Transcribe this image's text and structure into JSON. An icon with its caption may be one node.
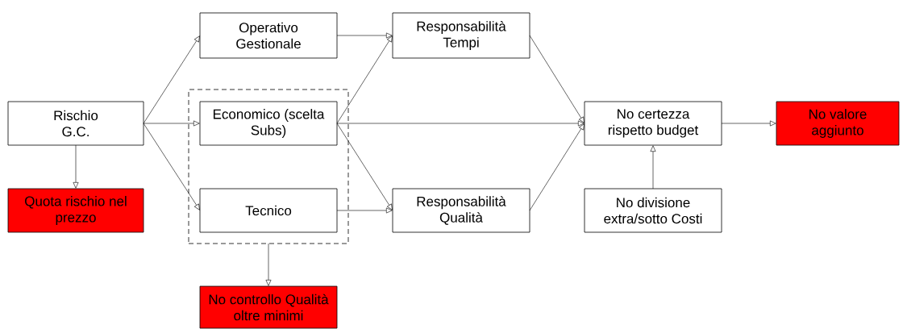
{
  "diagram": {
    "nodes": [
      {
        "text": [
          "Rischio G.C."
        ]
      },
      {
        "text": [
          "Quota rischio nel prezzo"
        ]
      },
      {
        "text": [
          "Operativo Gestionale"
        ]
      },
      {
        "text": [],
        "shape": "box"
      },
      {
        "text": [
          "Economico (scelta Subs)"
        ],
        "in": 3
      },
      {
        "text": [
          "Tecnico"
        ],
        "in": 3
      },
      {
        "text": [
          "No controllo Qualità oltre minimi"
        ]
      },
      {
        "text": [
          "Responsabilità Tempi"
        ]
      },
      {
        "text": [
          "Responsabilità Qualità"
        ]
      },
      {
        "text": [
          "No certezza rispetto budget"
        ]
      },
      {
        "text": [
          "No divisione extra/sotto Costi"
        ]
      },
      {
        "text": [
          "No valore aggiunto"
        ]
      }
    ],
    "edges": [
      {
        "from": 0,
        "to": 2,
        "arrow": "to"
      },
      {
        "from": 0,
        "to": 4,
        "arrow": "to"
      },
      {
        "from": 0,
        "to": 5,
        "arrow": "to"
      },
      {
        "from": 0,
        "to": 1,
        "arrow": "to"
      },
      {
        "from": 2,
        "to": 7,
        "arrow": "to"
      },
      {
        "from": 4,
        "to": 7,
        "arrow": "to"
      },
      {
        "from": 4,
        "to": 9,
        "arrow": "to"
      },
      {
        "from": 4,
        "to": 8,
        "arrow": "to"
      },
      {
        "from": 5,
        "to": 8,
        "arrow": "to"
      },
      {
        "from": 3,
        "to": 6,
        "arrow": "to"
      },
      {
        "from": 7,
        "to": 9,
        "arrow": "to"
      },
      {
        "from": 8,
        "to": 9,
        "arrow": "to"
      },
      {
        "from": 10,
        "to": 9,
        "arrow": "to"
      },
      {
        "from": 9,
        "to": 11,
        "arrow": "to"
      }
    ]
  }
}
